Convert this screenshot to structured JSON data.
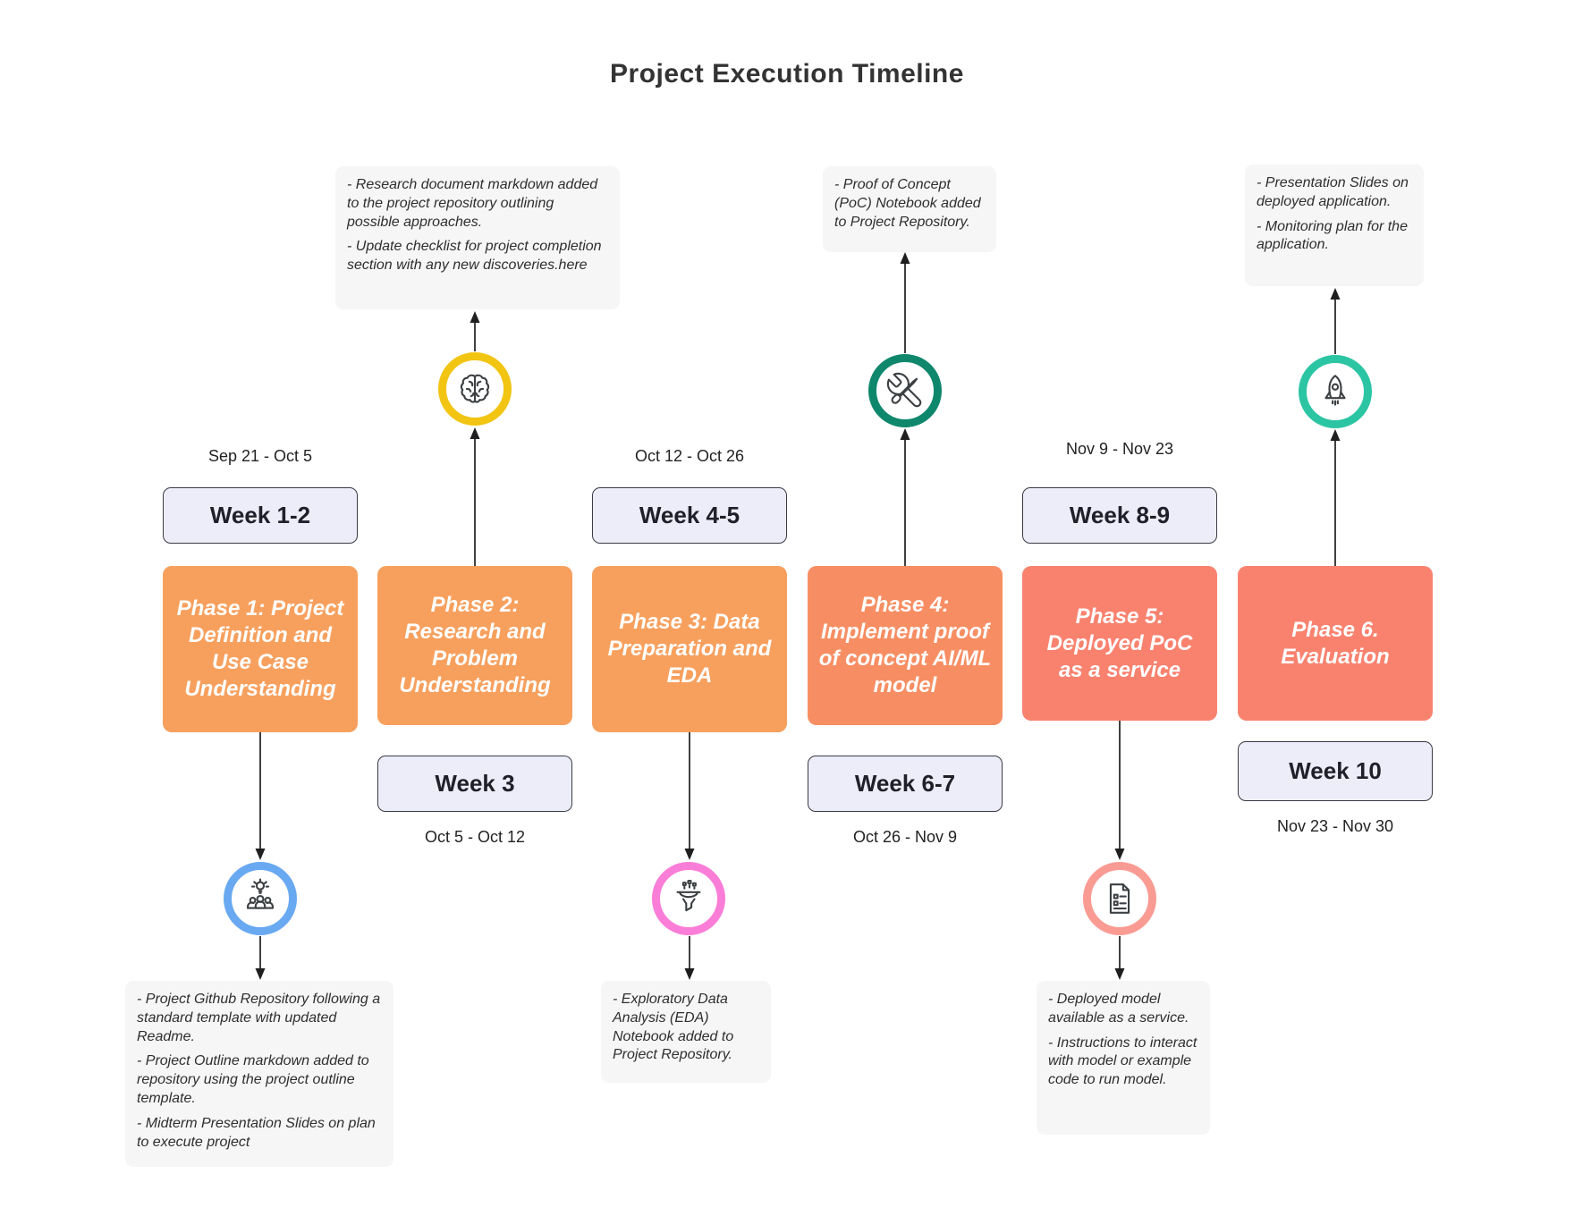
{
  "title": "Project  Execution Timeline",
  "colors": {
    "background": "#FFFFFF",
    "title_text": "#333333",
    "phase_orange": "#F7A05E",
    "phase_orange_deep": "#F78E63",
    "phase_salmon": "#F9826F",
    "week_box_bg": "#EDEDF9",
    "week_box_border": "#3B3B45",
    "note_bg": "#F6F6F6",
    "arrow": "#1F1F1F",
    "ring_blue": "#69A9F1",
    "ring_yellow": "#F2C513",
    "ring_pink": "#FA7DD8",
    "ring_green": "#0F876C",
    "ring_salmon": "#F99B93",
    "ring_teal": "#2CC5A4"
  },
  "columns": [
    {
      "phase_label": "Phase 1: Project Definition and Use Case Understanding",
      "week_label": "Week 1-2",
      "date_range": "Sep 21 - Oct 5",
      "icon": "team-brainstorm-icon",
      "phase_color": "#F7A05E",
      "ring_color": "#69A9F1",
      "note_lines": [
        "- Project Github Repository following a standard template with updated Readme.",
        "- Project Outline markdown added to repository using the project outline template.",
        "- Midterm Presentation Slides on plan to execute project"
      ]
    },
    {
      "phase_label": "Phase 2: Research and Problem Understanding",
      "week_label": "Week 3",
      "date_range": "Oct 5 - Oct 12",
      "icon": "brain-icon",
      "phase_color": "#F7A05E",
      "ring_color": "#F2C513",
      "note_lines": [
        "- Research document markdown added to the project repository outlining possible approaches.",
        "- Update checklist for project completion section with any new discoveries.here"
      ]
    },
    {
      "phase_label": "Phase 3: Data Preparation and EDA",
      "week_label": "Week 4-5",
      "date_range": "Oct 12 - Oct 26",
      "icon": "funnel-icon",
      "phase_color": "#F7A05E",
      "ring_color": "#FA7DD8",
      "note_lines": [
        "- Exploratory Data Analysis (EDA) Notebook added to Project Repository."
      ]
    },
    {
      "phase_label": "Phase 4: Implement proof of concept AI/ML model",
      "week_label": "Week 6-7",
      "date_range": "Oct 26 - Nov 9",
      "icon": "tools-icon",
      "phase_color": "#F78E63",
      "ring_color": "#0F876C",
      "note_lines": [
        "- Proof of Concept (PoC) Notebook added to Project Repository."
      ]
    },
    {
      "phase_label": "Phase 5: Deployed PoC as a service",
      "week_label": "Week 8-9",
      "date_range": "Nov 9 - Nov 23",
      "icon": "document-checklist-icon",
      "phase_color": "#F9826F",
      "ring_color": "#F99B93",
      "note_lines": [
        "- Deployed model available as a service.",
        "- Instructions to interact with model or example code to run model."
      ]
    },
    {
      "phase_label": "Phase 6. Evaluation",
      "week_label": "Week 10",
      "date_range": "Nov 23 -  Nov 30",
      "icon": "rocket-icon",
      "phase_color": "#F9826F",
      "ring_color": "#2CC5A4",
      "note_lines": [
        "- Presentation Slides on deployed application.",
        "- Monitoring plan for the application."
      ]
    }
  ]
}
